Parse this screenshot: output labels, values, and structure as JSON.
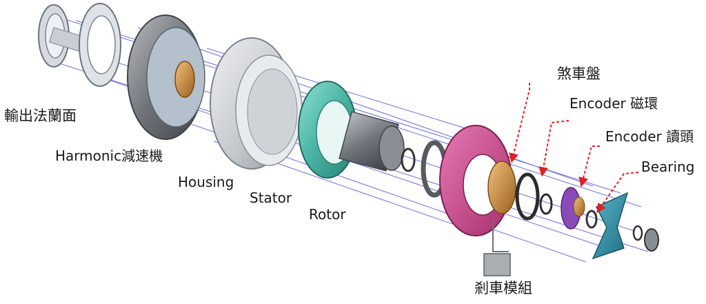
{
  "labels": {
    "output_flange": "輸出法蘭面",
    "harmonic": "Harmonic減速機",
    "housing": "Housing",
    "stator": "Stator",
    "rotor": "Rotor",
    "brake_disc": "煞車盤",
    "encoder_ring": "Encoder 磁環",
    "encoder_head": "Encoder 讀頭",
    "bearing": "Bearing",
    "brake_module": "剎車模組"
  },
  "colors": {
    "leader_line": "#3b3bd6",
    "callout_arrow": "#e02020",
    "housing": "#c9ccd0",
    "stator": "#4fb7a7",
    "brake_disc": "#c8408a",
    "encoder_ring": "#8a4bb8",
    "bearing_frame": "#2e8fa8",
    "bronze": "#c58a3a"
  }
}
